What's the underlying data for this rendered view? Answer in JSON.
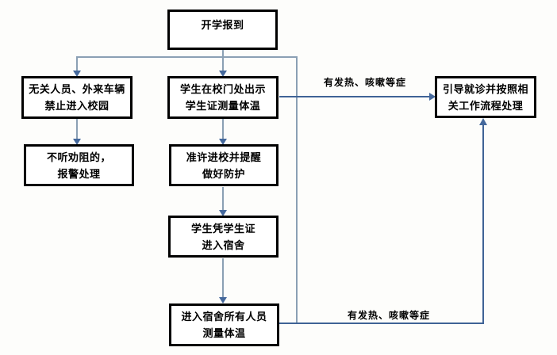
{
  "flowchart": {
    "title": "school-reopening-registration-flow",
    "nodes": [
      {
        "id": "start",
        "text": "开学报到"
      },
      {
        "id": "outsiders",
        "text": "无关人员、外来车辆\n禁止进入校园"
      },
      {
        "id": "police",
        "text": "不听劝阻的，\n报警处理"
      },
      {
        "id": "show-id",
        "text": "学生在校门处出示\n学生证测量体温"
      },
      {
        "id": "allow-entry",
        "text": "准许进校并提醒\n做好防护"
      },
      {
        "id": "dorm-entry",
        "text": "学生凭学生证\n进入宿舍"
      },
      {
        "id": "dorm-temp",
        "text": "进入宿舍所有人员\n测量体温"
      },
      {
        "id": "medical",
        "text": "引导就诊并按照相\n关工作流程处理"
      }
    ],
    "edge_labels": [
      {
        "id": "fever-top",
        "text": "有发热、咳嗽等症"
      },
      {
        "id": "fever-bottom",
        "text": "有发热、咳嗽等症"
      }
    ]
  },
  "colors": {
    "connector_light": "#8ba0b4",
    "connector_dark": "#3f6396",
    "arrowhead": "#44689c",
    "box_border": "#000000"
  }
}
